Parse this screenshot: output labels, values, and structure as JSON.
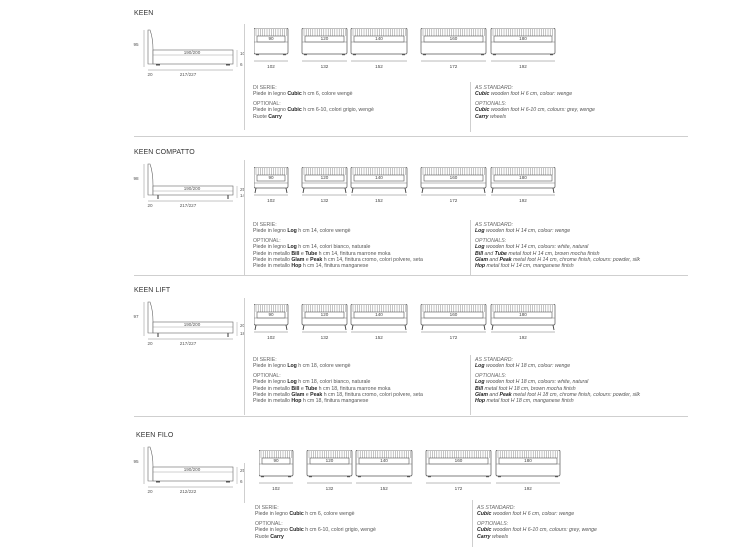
{
  "sections": [
    {
      "title": "KEEN",
      "side": {
        "height": "95",
        "mattress": "190/200",
        "top_dim": "10",
        "bottom_dim": "6",
        "head": "20",
        "length": "217/227"
      },
      "fronts": [
        {
          "inner": "90",
          "outer": "102"
        },
        {
          "inner": "120",
          "outer": "132"
        },
        {
          "inner": "140",
          "outer": "152"
        },
        {
          "inner": "160",
          "outer": "172"
        },
        {
          "inner": "180",
          "outer": "192"
        }
      ],
      "it": {
        "standard_header": "DI SERIE:",
        "standard": [
          [
            "Piede in legno ",
            "Cubic",
            " h cm 6, colore wengè"
          ]
        ],
        "optional_header": "OPTIONAL:",
        "optional": [
          [
            "Piede in legno ",
            "Cubic",
            " h cm 6-10, colori grigio, wengè"
          ],
          [
            "Ruote ",
            "Carry",
            ""
          ]
        ]
      },
      "en": {
        "standard_header": "AS STANDARD:",
        "standard": [
          [
            "",
            "Cubic",
            " wooden foot H 6 cm, colour: wenge"
          ]
        ],
        "optional_header": "OPTIONALS:",
        "optional": [
          [
            "",
            "Cubic",
            " wooden foot H 6-10 cm, colours: grey, wenge"
          ],
          [
            "",
            "Carry",
            " wheels"
          ]
        ]
      }
    },
    {
      "title": "KEEN COMPATTO",
      "side": {
        "height": "98",
        "mattress": "190/200",
        "top_dim": "25",
        "bottom_dim": "14",
        "head": "20",
        "length": "217/227"
      },
      "fronts": [
        {
          "inner": "90",
          "outer": "102"
        },
        {
          "inner": "120",
          "outer": "132"
        },
        {
          "inner": "140",
          "outer": "152"
        },
        {
          "inner": "160",
          "outer": "172"
        },
        {
          "inner": "180",
          "outer": "192"
        }
      ],
      "it": {
        "standard_header": "DI SERIE:",
        "standard": [
          [
            "Piede in legno ",
            "Log",
            " h cm 14, colore wengè"
          ]
        ],
        "optional_header": "OPTIONAL:",
        "optional": [
          [
            "Piede in legno ",
            "Log",
            " h cm 14, colori bianco, naturale"
          ],
          [
            "Piede in metallo ",
            "Bill",
            " e ",
            "Tube",
            " h cm 14, finitura marrone moka"
          ],
          [
            "Piede in metallo ",
            "Glam",
            " e ",
            "Peak",
            " h cm 14, finitura cromo, colori polvere, seta"
          ],
          [
            "Piede in metallo ",
            "Hop",
            " h cm 14, finitura manganese"
          ]
        ]
      },
      "en": {
        "standard_header": "AS STANDARD:",
        "standard": [
          [
            "",
            "Log",
            " wooden foot H 14 cm, colour: wenge"
          ]
        ],
        "optional_header": "OPTIONALS:",
        "optional": [
          [
            "",
            "Log",
            " wooden foot H 14 cm, colours: white, natural"
          ],
          [
            "",
            "Bill",
            " and ",
            "Tube",
            " metal foot H 14 cm, brown mocha finish"
          ],
          [
            "",
            "Glam",
            " and ",
            "Peak",
            " metal foot H 14 cm, chrome finish, colours: powder, silk"
          ],
          [
            "",
            "Hop",
            " metal foot H 14 cm, manganese finish"
          ]
        ]
      }
    },
    {
      "title": "KEEN LIFT",
      "side": {
        "height": "97",
        "mattress": "190/200",
        "top_dim": "20",
        "bottom_dim": "18",
        "head": "20",
        "length": "217/227"
      },
      "fronts": [
        {
          "inner": "90",
          "outer": "102"
        },
        {
          "inner": "120",
          "outer": "132"
        },
        {
          "inner": "140",
          "outer": "152"
        },
        {
          "inner": "160",
          "outer": "172"
        },
        {
          "inner": "180",
          "outer": "192"
        }
      ],
      "it": {
        "standard_header": "DI SERIE:",
        "standard": [
          [
            "Piede in legno ",
            "Log",
            " h cm 18, colore wengè"
          ]
        ],
        "optional_header": "OPTIONAL:",
        "optional": [
          [
            "Piede in legno ",
            "Log",
            " h cm 18, colori bianco, naturale"
          ],
          [
            "Piede in metallo ",
            "Bill",
            " e ",
            "Tube",
            " h cm 18, finitura marrone moka"
          ],
          [
            "Piede in metallo ",
            "Glam",
            " e ",
            "Peak",
            " h cm 18, finitura cromo, colori polvere, seta"
          ],
          [
            "Piede in metallo ",
            "Hop",
            " h cm 18, finitura manganese"
          ]
        ]
      },
      "en": {
        "standard_header": "AS STANDARD:",
        "standard": [
          [
            "",
            "Log",
            " wooden foot H 18 cm, colour: wenge"
          ]
        ],
        "optional_header": "OPTIONALS:",
        "optional": [
          [
            "",
            "Log",
            " wooden foot H 18 cm, colours: white, natural"
          ],
          [
            "",
            "Bill",
            " metal foot H 18 cm, brown mocha finish"
          ],
          [
            "",
            "Glam",
            " and ",
            "Peak",
            " metal foot H 18 cm, chrome finish, colours: powder, silk"
          ],
          [
            "",
            "Hop",
            " metal foot H 18 cm, manganese finish"
          ]
        ]
      }
    },
    {
      "title": "KEEN FILO",
      "side": {
        "height": "95",
        "mattress": "190/200",
        "top_dim": "25",
        "bottom_dim": "6",
        "head": "20",
        "length": "212/222"
      },
      "fronts": [
        {
          "inner": "90",
          "outer": "102"
        },
        {
          "inner": "120",
          "outer": "132"
        },
        {
          "inner": "140",
          "outer": "152"
        },
        {
          "inner": "160",
          "outer": "172"
        },
        {
          "inner": "180",
          "outer": "192"
        }
      ],
      "it": {
        "standard_header": "DI SERIE:",
        "standard": [
          [
            "Piede in legno ",
            "Cubic",
            " h cm 6, colore wengè"
          ]
        ],
        "optional_header": "OPTIONAL:",
        "optional": [
          [
            "Piede in legno ",
            "Cubic",
            " h cm 6-10, colori grigio, wengè"
          ],
          [
            "Ruote ",
            "Carry",
            ""
          ]
        ]
      },
      "en": {
        "standard_header": "AS STANDARD:",
        "standard": [
          [
            "",
            "Cubic",
            " wooden foot H 6 cm, colour: wenge"
          ]
        ],
        "optional_header": "OPTIONALS:",
        "optional": [
          [
            "",
            "Cubic",
            " wooden foot H 6-10 cm, colours: grey, wenge"
          ],
          [
            "",
            "Carry",
            " wheels"
          ]
        ]
      }
    }
  ]
}
